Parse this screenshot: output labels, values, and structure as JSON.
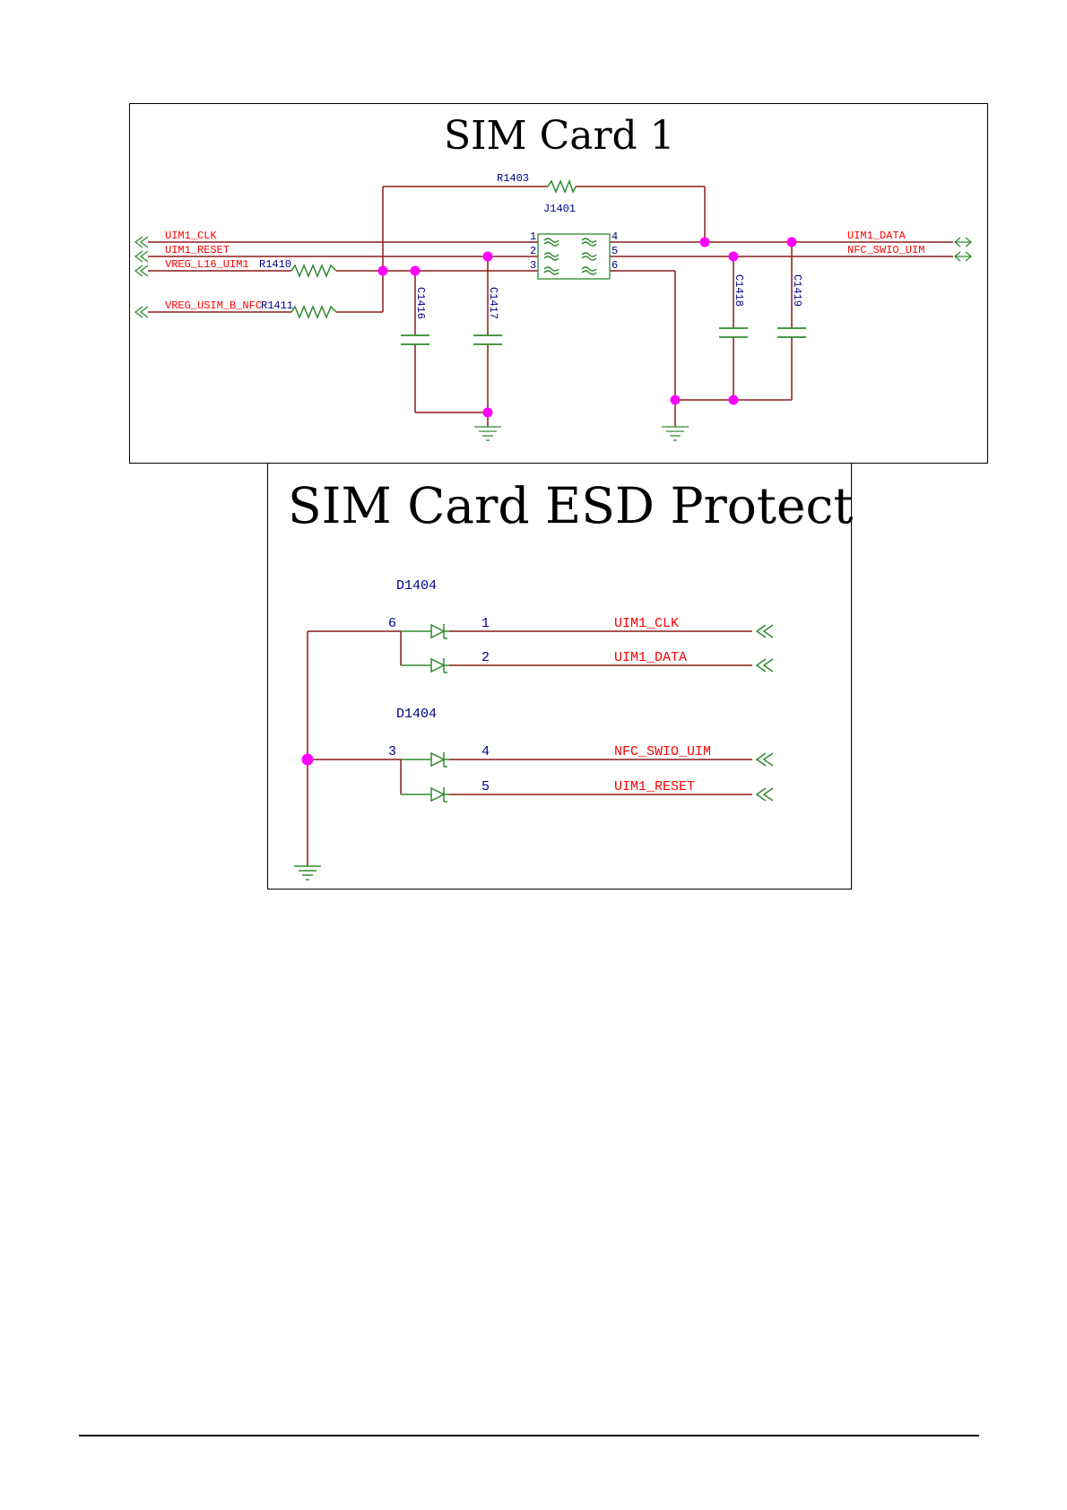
{
  "sim_card": {
    "title": "SIM Card 1",
    "nets_left": [
      "UIM1_CLK",
      "UIM1_RESET",
      "VREG_L16_UIM1",
      "VREG_USIM_B_NFC"
    ],
    "nets_right": [
      "UIM1_DATA",
      "NFC_SWIO_UIM"
    ],
    "resistors": [
      "R1403",
      "R1410",
      "R1411"
    ],
    "connector": "J1401",
    "pins_left": [
      "1",
      "2",
      "3"
    ],
    "pins_right": [
      "4",
      "5",
      "6"
    ],
    "capacitors": [
      "C1416",
      "C1417",
      "C1418",
      "C1419"
    ]
  },
  "esd": {
    "title": "SIM Card ESD Protect",
    "device_top": "D1404",
    "device_bottom": "D1404",
    "pins": [
      "6",
      "1",
      "2",
      "3",
      "4",
      "5"
    ],
    "nets": [
      "UIM1_CLK",
      "UIM1_DATA",
      "NFC_SWIO_UIM",
      "UIM1_RESET"
    ]
  },
  "colors": {
    "wire": "#8b1a1a",
    "component": "#2e8b2e",
    "junction": "#ff00ff",
    "net_label": "#ff0000",
    "ref_label": "#00008b"
  }
}
